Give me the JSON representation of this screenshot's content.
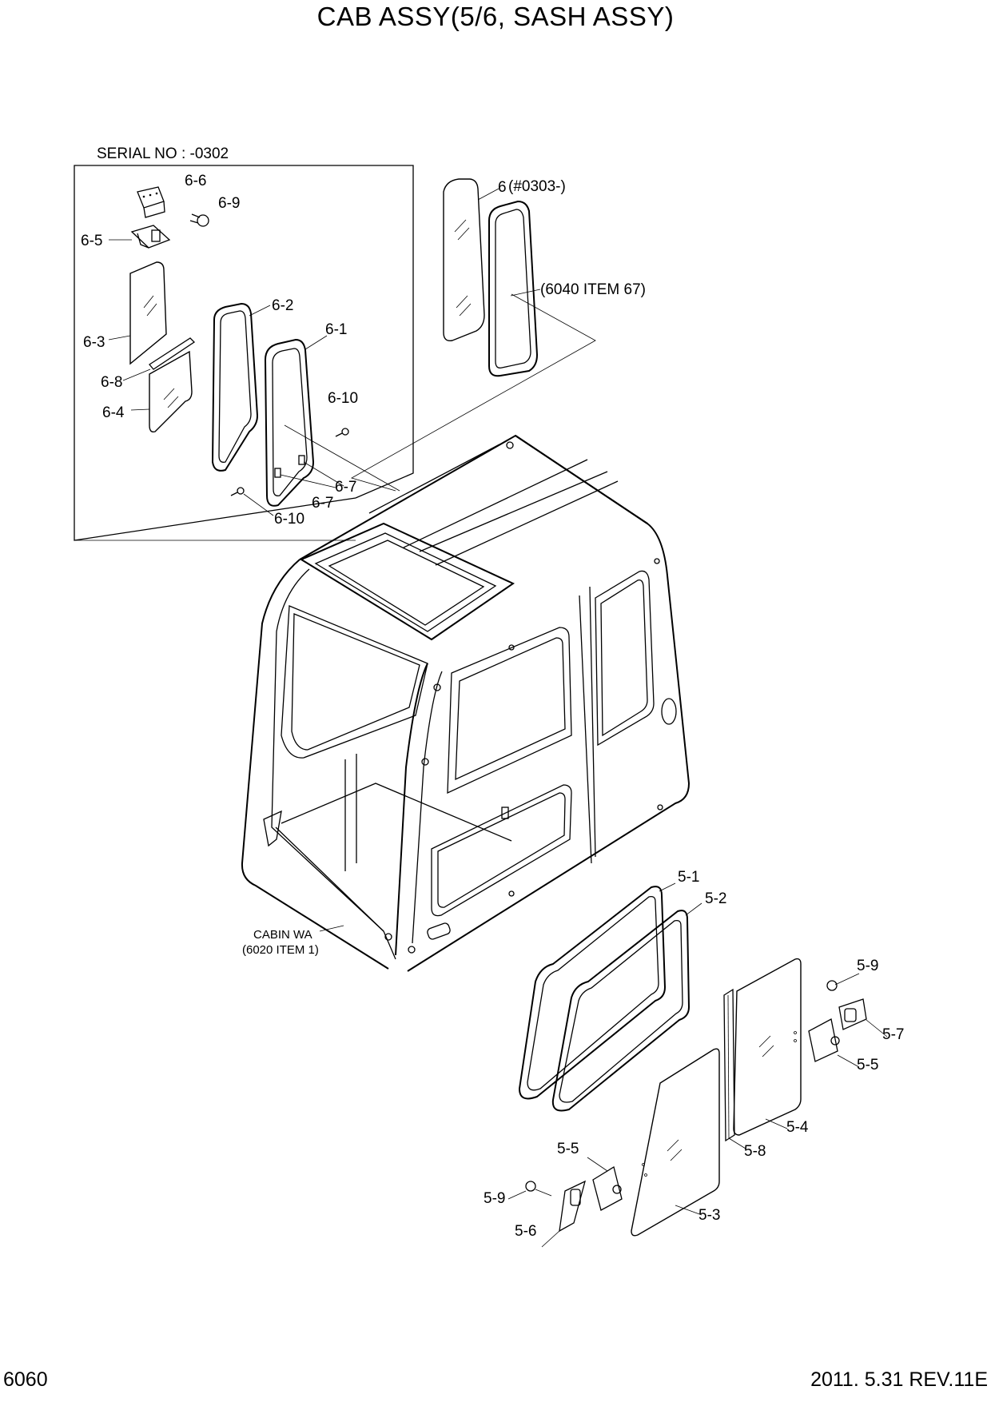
{
  "title": "CAB ASSY(5/6, SASH ASSY)",
  "serial_note": "SERIAL NO : -0302",
  "page_number": "6060",
  "revision": "2011. 5.31  REV.11E",
  "callouts": {
    "c6_6": "6-6",
    "c6_9": "6-9",
    "c6_5": "6-5",
    "c6_3": "6-3",
    "c6_2": "6-2",
    "c6_1": "6-1",
    "c6_8": "6-8",
    "c6_4": "6-4",
    "c6_10a": "6-10",
    "c6_7a": "6-7",
    "c6_7b": "6-7",
    "c6_10b": "6-10",
    "c6": "6",
    "c6_ref": "(#0303-)",
    "c6040": "(6040 ITEM 67)",
    "cabin_wa": "CABIN WA",
    "cabin_ref": "(6020 ITEM 1)",
    "c5_1": "5-1",
    "c5_2": "5-2",
    "c5_9a": "5-9",
    "c5_7": "5-7",
    "c5_5a": "5-5",
    "c5_4": "5-4",
    "c5_8": "5-8",
    "c5_5b": "5-5",
    "c5_9b": "5-9",
    "c5_6": "5-6",
    "c5_3": "5-3"
  }
}
